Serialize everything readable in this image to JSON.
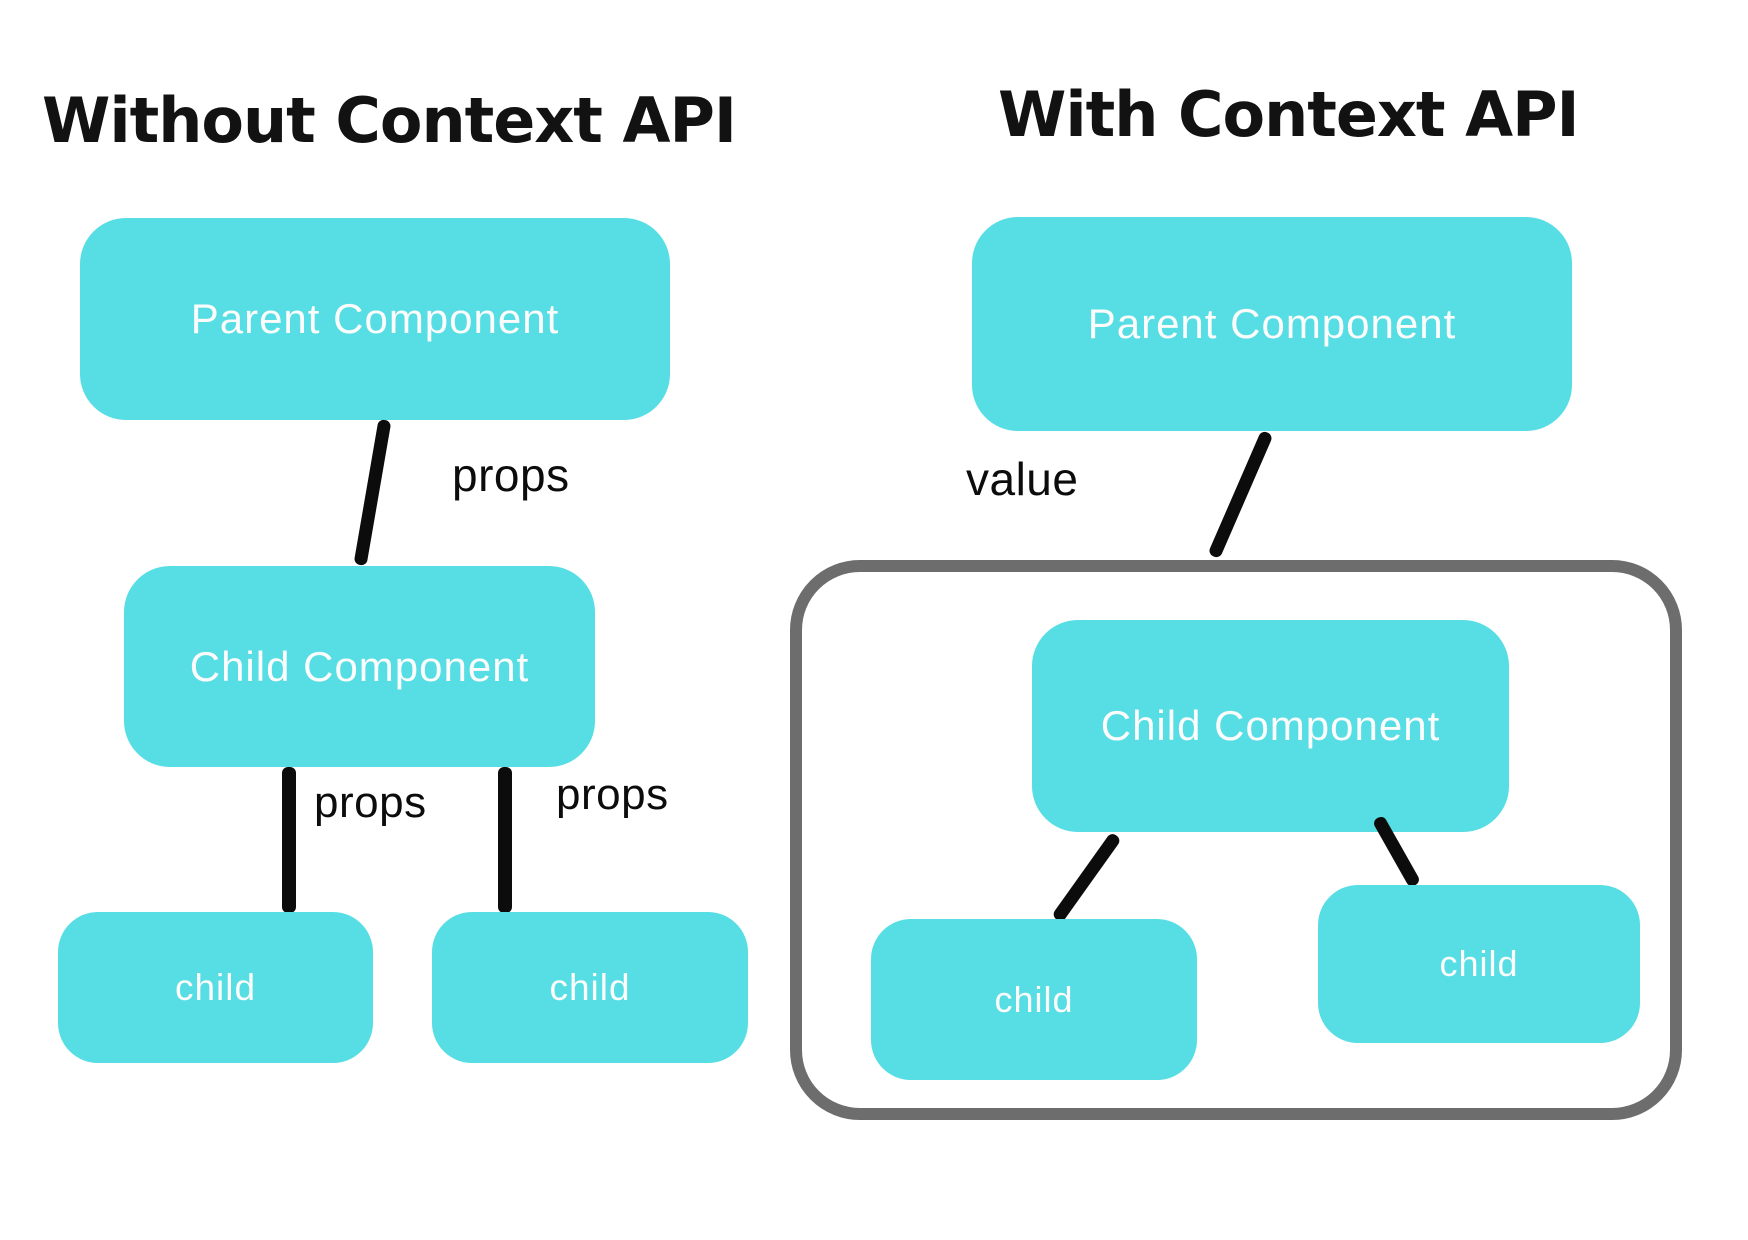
{
  "colors": {
    "box_fill": "#56DEE4",
    "box_text": "#fcfcfc",
    "line_color": "#0c0c0c",
    "container_border": "#6d6d6d",
    "title_text": "#121212",
    "canvas_bg": "#ffffff"
  },
  "left_panel": {
    "title": "Without Context API",
    "parent_box": {
      "label": "Parent Component"
    },
    "child_component_box": {
      "label": "Child Component"
    },
    "child_boxes": [
      {
        "label": "child"
      },
      {
        "label": "child"
      }
    ],
    "edge_labels": [
      {
        "text": "props"
      },
      {
        "text": "props"
      },
      {
        "text": "props"
      }
    ]
  },
  "right_panel": {
    "title": "With Context API",
    "parent_box": {
      "label": "Parent Component"
    },
    "child_component_box": {
      "label": "Child Component"
    },
    "child_boxes": [
      {
        "label": "child"
      },
      {
        "label": "child"
      }
    ],
    "edge_labels": [
      {
        "text": "value"
      }
    ]
  }
}
